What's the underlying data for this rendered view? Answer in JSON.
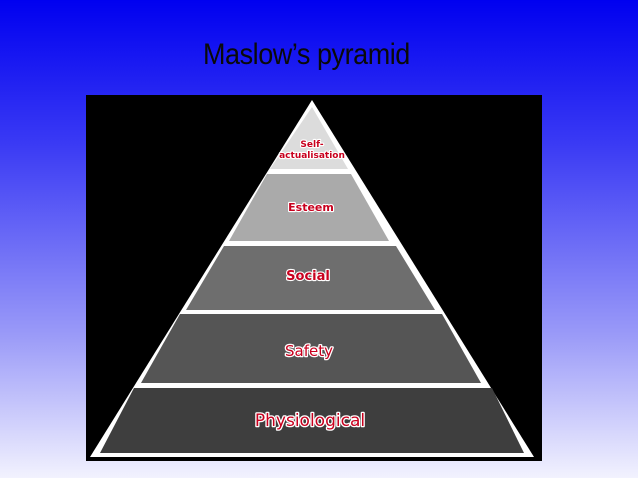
{
  "slide": {
    "title": "Maslow’s pyramid"
  },
  "pyramid": {
    "levels": [
      {
        "id": "self-actualisation",
        "line1": "Self-",
        "line2": "actualisation"
      },
      {
        "id": "esteem",
        "label": "Esteem"
      },
      {
        "id": "social",
        "label": "Social"
      },
      {
        "id": "safety",
        "label": "Safety"
      },
      {
        "id": "physiological",
        "label": "Physiological"
      }
    ]
  },
  "colors": {
    "background_top": "#0000f0",
    "background_bottom": "#f2f2fe",
    "frame": "#000000",
    "outline": "#ffffff",
    "label_text": "#c8001e",
    "tier_fills": [
      "#dcdcdc",
      "#aaaaaa",
      "#6e6e6e",
      "#555555",
      "#3e3e3e"
    ]
  }
}
